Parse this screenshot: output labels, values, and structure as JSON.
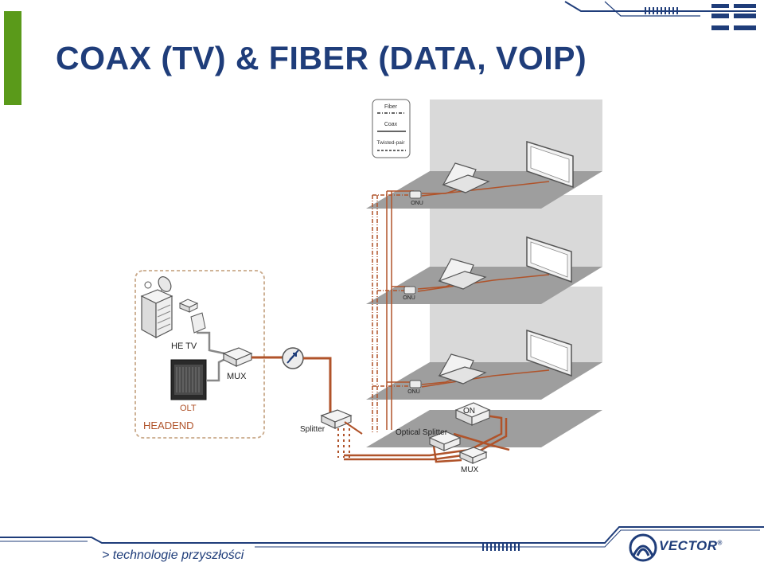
{
  "slide": {
    "title": "COAX (TV) & FIBER (DATA, VOIP)"
  },
  "colors": {
    "accent_green": "#5a9a1a",
    "title_blue": "#1f3d7a",
    "fiber": "#b0532a",
    "floor": "#9e9e9e",
    "wall": "#d9d9d9",
    "footer_blue": "#1f3d7a"
  },
  "legend": {
    "fiber_label": "Fiber",
    "coax_label": "Coax",
    "twisted_pair_label": "Twisted-pair"
  },
  "diagram": {
    "he_tv_label": "HE TV",
    "olt_label": "OLT",
    "mux_left_label": "MUX",
    "headend_label": "HEADEND",
    "splitter_label": "Splitter",
    "onu_labels": [
      "ONU",
      "ONU",
      "ONU"
    ],
    "on_label": "ON",
    "optical_splitter_label": "Optical Splitter",
    "mux_bottom_label": "MUX"
  },
  "icons": {
    "satellite_dish": "satellite-dish-icon",
    "server_stack": "server-icon",
    "router": "router-icon",
    "olt_cabinet": "olt-cabinet-icon",
    "laptop": "laptop-icon",
    "monitor": "monitor-icon",
    "amplifier": "amplifier-icon"
  },
  "footer": {
    "tagline": "> technologie przyszłości",
    "logo_text": "VECTOR",
    "logo_registered": "®"
  }
}
